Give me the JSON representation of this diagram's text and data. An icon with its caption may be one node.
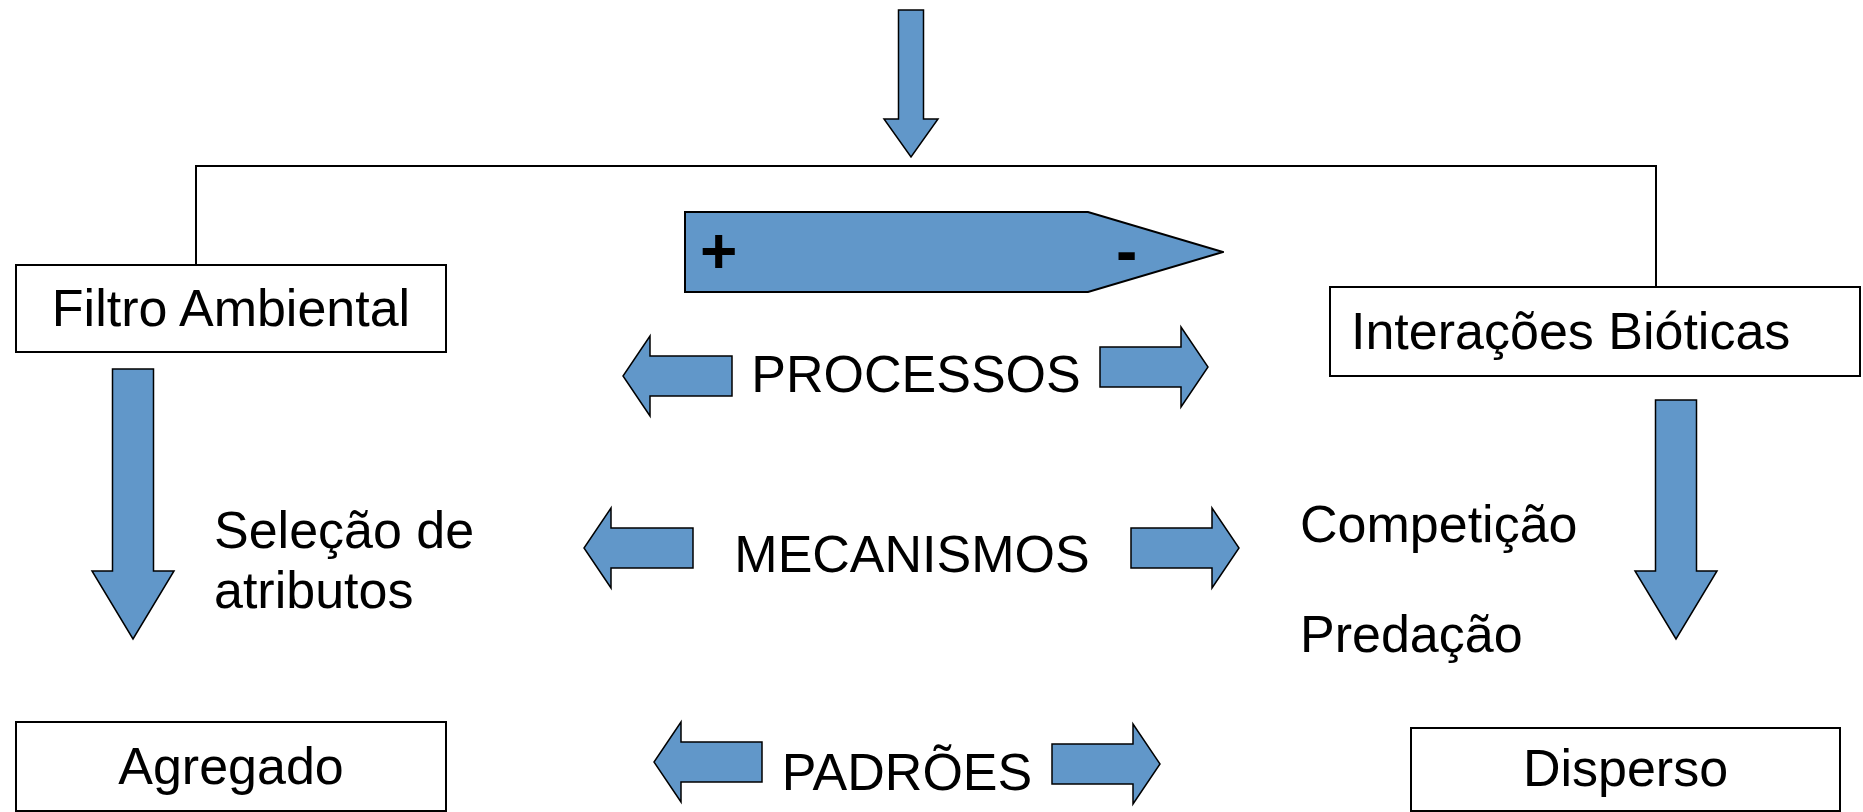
{
  "diagram": {
    "nodes": [
      {
        "text": [
          "+",
          "-"
        ]
      },
      {
        "text": [
          "Filtro Ambiental"
        ]
      },
      {
        "text": [
          "Interações Bióticas"
        ]
      },
      {
        "text": [
          "PROCESSOS"
        ]
      },
      {
        "text": [
          "Seleção de atributos"
        ]
      },
      {
        "text": [
          "MECANISMOS"
        ]
      },
      {
        "text": [
          "Competição",
          "Predação"
        ]
      },
      {
        "text": [
          "Agregado"
        ]
      },
      {
        "text": [
          "PADRÕES"
        ]
      },
      {
        "text": [
          "Disperso"
        ]
      },
      {
        "text": [],
        "shape": "bar"
      }
    ],
    "edges": [
      {
        "from": null,
        "to": 10,
        "arrow": "to"
      },
      {
        "from": 10,
        "to": 1,
        "arrow": "none"
      },
      {
        "from": 10,
        "to": 2,
        "arrow": "none"
      },
      {
        "from": 3,
        "to": null,
        "arrow": "to"
      },
      {
        "from": 3,
        "to": null,
        "arrow": "to"
      },
      {
        "from": 1,
        "to": 7,
        "arrow": "to"
      },
      {
        "from": 2,
        "to": 9,
        "arrow": "to"
      },
      {
        "from": 5,
        "to": null,
        "arrow": "to"
      },
      {
        "from": 5,
        "to": null,
        "arrow": "to"
      },
      {
        "from": 8,
        "to": null,
        "arrow": "to"
      },
      {
        "from": 8,
        "to": null,
        "arrow": "to"
      }
    ]
  }
}
